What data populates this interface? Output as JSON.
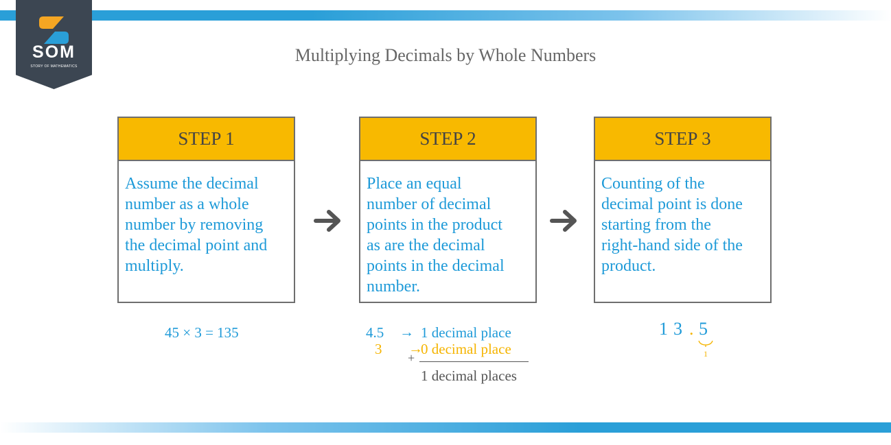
{
  "logo": {
    "name": "SOM",
    "tagline": "STORY OF MATHEMATICS",
    "colors": {
      "orange": "#f5a623",
      "blue": "#2a9fd8",
      "background": "#3c4652"
    }
  },
  "title": "Multiplying Decimals by Whole Numbers",
  "colors": {
    "header": "#f8b900",
    "text_blue": "#1e9ad8",
    "text_orange": "#f5b400",
    "border": "#6e6e6e",
    "arrow": "#555555"
  },
  "steps": [
    {
      "label": "STEP 1",
      "lines": [
        "Assume the decimal",
        "number as a whole",
        "number by removing",
        "the decimal point and",
        "multiply."
      ]
    },
    {
      "label": "STEP 2",
      "lines": [
        "Place an equal",
        "number of decimal",
        "points in the product",
        "as are the decimal",
        "points in the decimal",
        "number."
      ]
    },
    {
      "label": "STEP 3",
      "lines": [
        "Counting of the",
        "decimal point is done",
        "starting from the",
        "right-hand side of the",
        "product."
      ]
    }
  ],
  "connectors": [
    "arrow-right-icon",
    "arrow-right-icon"
  ],
  "example1": {
    "equation": "45 × 3 = 135"
  },
  "example2": {
    "row1": {
      "number": "4.5",
      "arrow": "→",
      "text": "1 decimal place"
    },
    "row2": {
      "number": "3",
      "arrow": "→",
      "text": "0 decimal place"
    },
    "operator": "+",
    "total": "1 decimal places"
  },
  "example3": {
    "digit1": "1",
    "digit2": "3",
    "point": ".",
    "digit3": "5",
    "count": "1"
  }
}
